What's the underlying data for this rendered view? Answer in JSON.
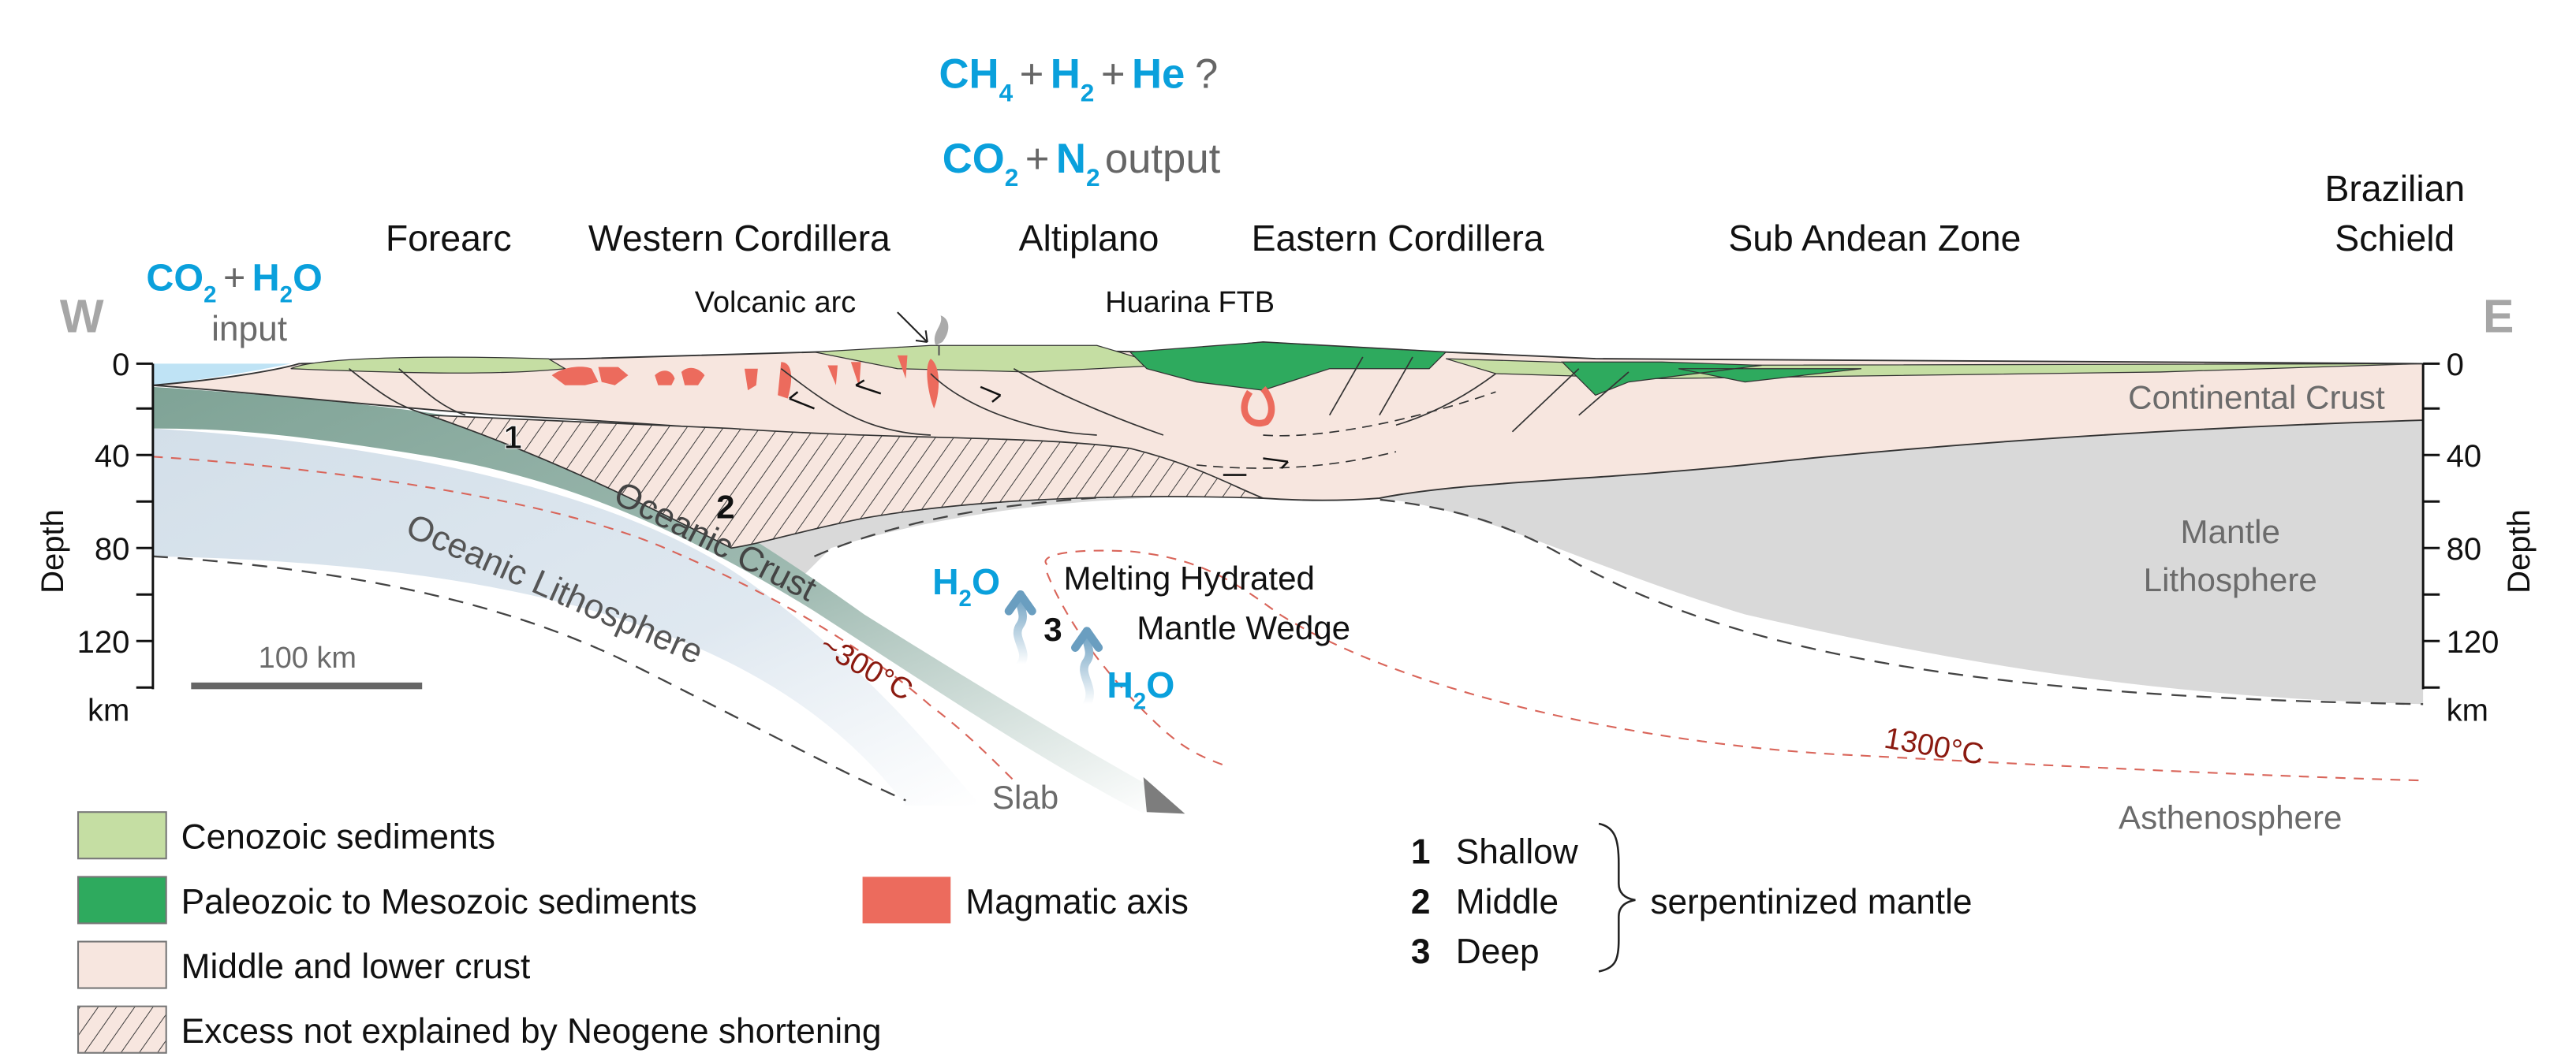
{
  "title_top": {
    "line1": {
      "parts": [
        "CH",
        "4",
        "+",
        "H",
        "2",
        "+",
        "He",
        "?"
      ]
    },
    "line2": {
      "parts": [
        "CO",
        "2",
        "+",
        "N",
        "2",
        "output"
      ]
    }
  },
  "input_label": {
    "parts": [
      "CO",
      "2",
      "+",
      "H",
      "2",
      "O"
    ],
    "sub": "input"
  },
  "compass": {
    "west": "W",
    "east": "E"
  },
  "regions": {
    "forearc": "Forearc",
    "western_cordillera": "Western Cordillera",
    "altiplano": "Altiplano",
    "eastern_cordillera": "Eastern Cordillera",
    "sub_andean": "Sub Andean Zone",
    "brazilian_1": "Brazilian",
    "brazilian_2": "Schield"
  },
  "features": {
    "volcanic_arc": "Volcanic arc",
    "huarina": "Huarina FTB",
    "continental_crust": "Continental Crust",
    "mantle_lith_1": "Mantle",
    "mantle_lith_2": "Lithosphere",
    "oceanic_crust": "Oceanic Crust",
    "oceanic_lith": "Oceanic Lithosphere",
    "melting_1": "Melting Hydrated",
    "melting_2": "Mantle Wedge",
    "slab": "Slab",
    "asthenosphere": "Asthenosphere",
    "iso_300": "~300°C",
    "iso_1300": "1300°C",
    "h2o_a": {
      "main": "H",
      "sub": "2",
      "end": "O"
    },
    "h2o_b": {
      "main": "H",
      "sub": "2",
      "end": "O"
    },
    "marker_1": "1",
    "marker_2": "2",
    "marker_3": "3"
  },
  "axis": {
    "label": "Depth",
    "unit": "km",
    "ticks": [
      "0",
      "40",
      "80",
      "120"
    ],
    "scale_bar": "100 km"
  },
  "legend": {
    "items": [
      {
        "label": "Cenozoic sediments",
        "color": "#c5dea3"
      },
      {
        "label": "Paleozoic to Mesozoic sediments",
        "color": "#2eaa5e"
      },
      {
        "label": "Middle and lower crust",
        "color": "#f7e6df"
      },
      {
        "label": "Excess not explained by Neogene shortening",
        "color": "#f7e6df",
        "pattern": "hatch"
      },
      {
        "label": "Magmatic axis",
        "color": "#ec6b5d"
      }
    ],
    "serpentinized": {
      "rows": [
        {
          "num": "1",
          "label": "Shallow"
        },
        {
          "num": "2",
          "label": "Middle"
        },
        {
          "num": "3",
          "label": "Deep"
        }
      ],
      "group_label": "serpentinized mantle"
    }
  },
  "colors": {
    "accent_blue": "#0aa0dc",
    "cenozoic": "#c5dea3",
    "paleozoic": "#2eaa5e",
    "crust": "#f7e6df",
    "magmatic": "#ec6b5d",
    "oceanic_crust": "#8fb0a5",
    "oceanic_lith": "#d6e2ec",
    "mantle_lith": "#d9d9d9",
    "ocean": "#bfe3f5",
    "isotherm": "#d9655a"
  }
}
